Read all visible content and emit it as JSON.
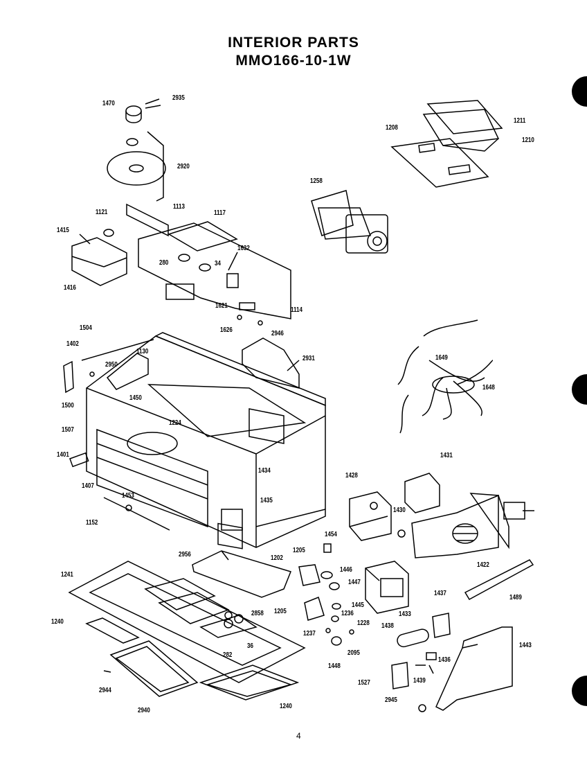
{
  "title": "INTERIOR PARTS",
  "model": "MMO166-10-1W",
  "page_number": "4",
  "part_labels": {
    "p1470": "1470",
    "p2935": "2935",
    "p2920": "2920",
    "p1211": "1211",
    "p1208": "1208",
    "p1210": "1210",
    "p1258": "1258",
    "p1113": "1113",
    "p1117": "1117",
    "p1121": "1121",
    "p1415": "1415",
    "p1416": "1416",
    "p280": "280",
    "p34": "34",
    "p1632": "1632",
    "p1114": "1114",
    "p1621": "1621",
    "p1626": "1626",
    "p2946": "2946",
    "p1504": "1504",
    "p1402": "1402",
    "p1130": "1130",
    "p2950": "2950",
    "p2931": "2931",
    "p1649": "1649",
    "p1648": "1648",
    "p1500": "1500",
    "p1450": "1450",
    "p1224": "1224",
    "p1507": "1507",
    "p1401": "1401",
    "p1407": "1407",
    "p1434": "1434",
    "p1453": "1453",
    "p1435": "1435",
    "p1152": "1152",
    "p1428": "1428",
    "p1431": "1431",
    "p1430": "1430",
    "p1454": "1454",
    "p2956": "2956",
    "p1202": "1202",
    "p1205a": "1205",
    "p1446": "1446",
    "p1447": "1447",
    "p1241": "1241",
    "p1422": "1422",
    "p1489": "1489",
    "p1445": "1445",
    "p1205b": "1205",
    "p2858": "2858",
    "p1236": "1236",
    "p1433": "1433",
    "p1437": "1437",
    "p1240a": "1240",
    "p1228": "1228",
    "p1237": "1237",
    "p1438": "1438",
    "p282": "282",
    "p36": "36",
    "p2095": "2095",
    "p1443": "1443",
    "p1448": "1448",
    "p1436": "1436",
    "p2944": "2944",
    "p1439": "1439",
    "p1527": "1527",
    "p1240b": "1240",
    "p2945": "2945",
    "p2940": "2940"
  },
  "colors": {
    "ink": "#000000",
    "paper": "#ffffff"
  }
}
